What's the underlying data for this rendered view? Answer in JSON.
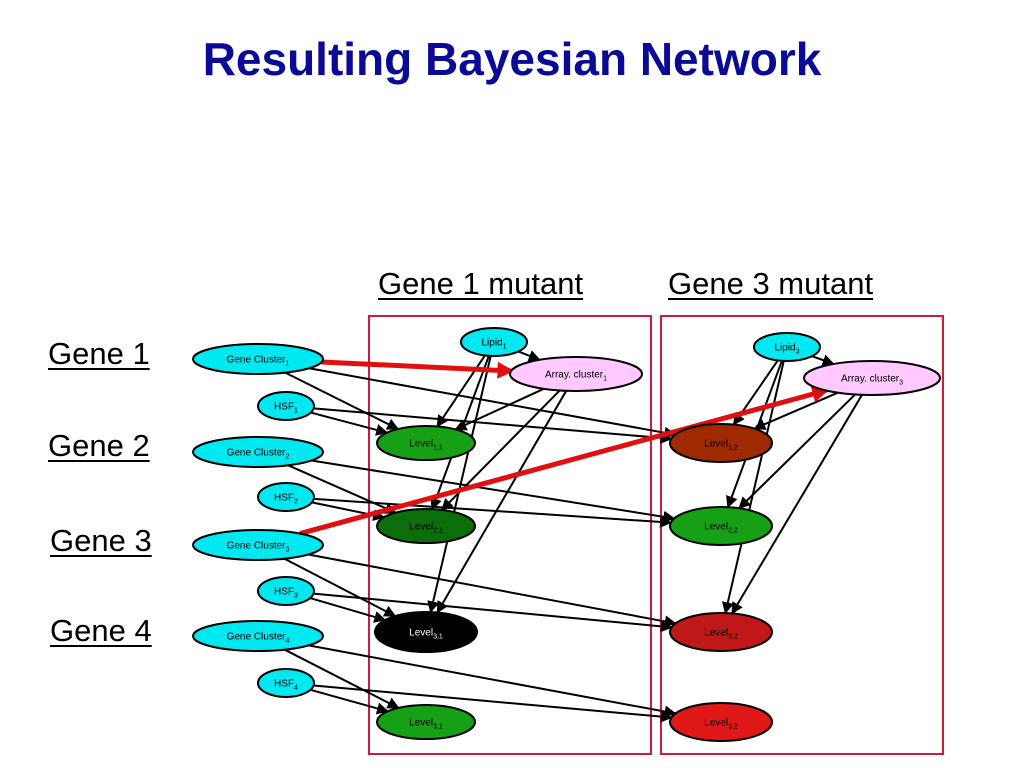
{
  "title": "Resulting Bayesian Network",
  "column_headers": {
    "gene1_mutant": "Gene 1 mutant",
    "gene3_mutant": "Gene 3 mutant"
  },
  "row_labels": [
    "Gene 1",
    "Gene 2",
    "Gene 3",
    "Gene 4"
  ],
  "nodes": {
    "gc1": {
      "base": "Gene Cluster",
      "sub": "1"
    },
    "gc2": {
      "base": "Gene Cluster",
      "sub": "2"
    },
    "gc3": {
      "base": "Gene Cluster",
      "sub": "3"
    },
    "gc4": {
      "base": "Gene Cluster",
      "sub": "4"
    },
    "hsf1": {
      "base": "HSF",
      "sub": "1"
    },
    "hsf2": {
      "base": "HSF",
      "sub": "2"
    },
    "hsf3": {
      "base": "HSF",
      "sub": "3"
    },
    "hsf4": {
      "base": "HSF",
      "sub": "4"
    },
    "lipid1": {
      "base": "Lipid",
      "sub": "1"
    },
    "lipid3": {
      "base": "Lipid",
      "sub": "3"
    },
    "array1": {
      "base": "Array. cluster",
      "sub": "1"
    },
    "array3": {
      "base": "Array. cluster",
      "sub": "3"
    },
    "l11": {
      "base": "Level",
      "sub": "1,1"
    },
    "l21": {
      "base": "Level",
      "sub": "2,1"
    },
    "l31": {
      "base": "Level",
      "sub": "3,1"
    },
    "l41": {
      "base": "Level",
      "sub": "3,1"
    },
    "l12": {
      "base": "Level",
      "sub": "1,2"
    },
    "l22": {
      "base": "Level",
      "sub": "2,2"
    },
    "l32": {
      "base": "Level",
      "sub": "3,2"
    },
    "l42": {
      "base": "Level",
      "sub": "3,2"
    }
  },
  "colors": {
    "gene_node": "#00e8f0",
    "lipid_node": "#00e8f0",
    "array_node": "#ffc8ff",
    "level_green": "#16a016",
    "level_dark_green": "#0a6e0a",
    "level_black": "#000000",
    "level_brown": "#a02a00",
    "level_dark_red": "#c01818",
    "level_red": "#e01818",
    "box_border": "#d01840",
    "title": "#0a0a96",
    "highlight_edge": "#e01010"
  }
}
